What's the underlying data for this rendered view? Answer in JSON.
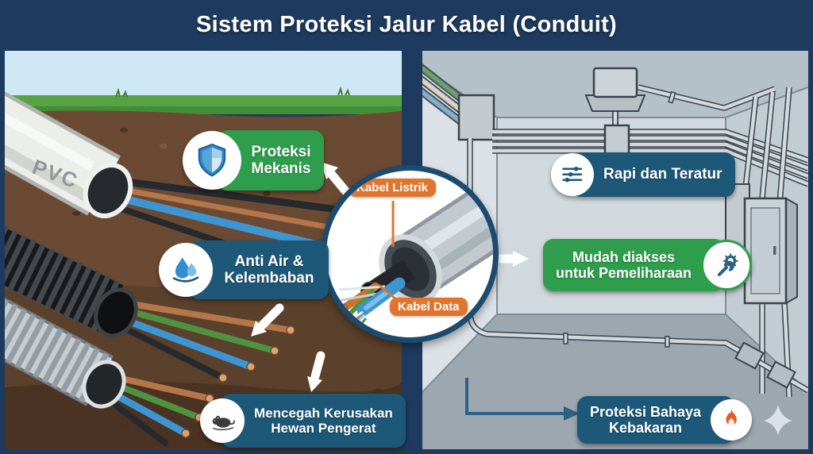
{
  "title": "Sistem Proteksi Jalur Kabel (Conduit)",
  "left_panel": {
    "pvc_label": "PVC",
    "callouts": [
      {
        "id": "proteksi-mekanis",
        "line1": "Proteksi",
        "line2": "Mekanis",
        "icon": "shield-icon",
        "style": "green"
      },
      {
        "id": "anti-air",
        "line1": "Anti Air &",
        "line2": "Kelembaban",
        "icon": "water-drop-icon",
        "style": "blue"
      },
      {
        "id": "hewan-pengerat",
        "line1": "Mencegah Kerusakan",
        "line2": "Hewan Pengerat",
        "icon": "rat-icon",
        "style": "blue"
      }
    ]
  },
  "right_panel": {
    "callouts": [
      {
        "id": "rapi-teratur",
        "line1": "Rapi dan Teratur",
        "line2": "",
        "icon": "sliders-icon",
        "style": "blue"
      },
      {
        "id": "mudah-diakses",
        "line1": "Mudah diakses",
        "line2": "untuk Pemeliharaan",
        "icon": "wrench-gear-icon",
        "style": "green"
      },
      {
        "id": "proteksi-kebakaran",
        "line1": "Proteksi Bahaya",
        "line2": "Kebakaran",
        "icon": "flame-icon",
        "style": "blue"
      }
    ]
  },
  "center_detail": {
    "kabel_listrik_label": "Kabel Listrik",
    "kabel_data_label": "Kabel Data"
  },
  "colors": {
    "frame_navy": "#1e3a5e",
    "label_green": "#2e9e4c",
    "label_blue": "#1d5878",
    "cable_label_orange": "#e0752e",
    "sky": "#cfe8f5",
    "grass": "#57a343",
    "soil": "#6b4a33",
    "wall_gray": "#ccd5db",
    "floor_gray": "#9ca6af"
  }
}
